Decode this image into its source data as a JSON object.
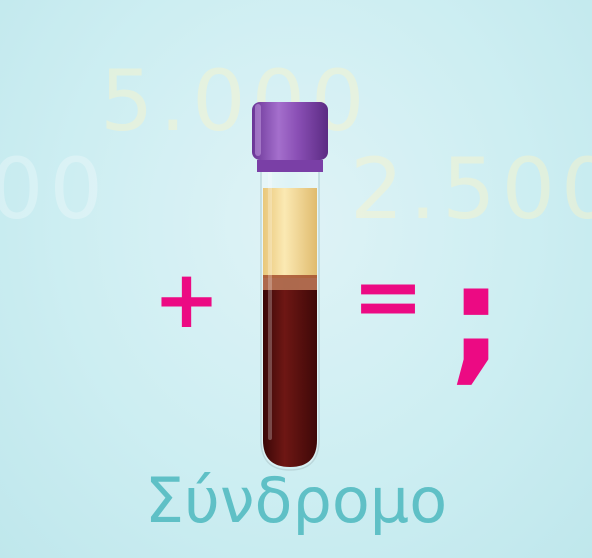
{
  "background_numbers": {
    "top": "5.000",
    "left": "00",
    "right": "2.500"
  },
  "equation": {
    "plus": "+",
    "equals": "=",
    "question": ";"
  },
  "tube": {
    "cap_color": "#8a4fb5",
    "plasma_color": "#f7dfa0",
    "blood_color": "#5a0f0e"
  },
  "title": "Σύνδρομο",
  "colors": {
    "accent": "#ec0a83",
    "title": "#5fc0c6",
    "background": "#cdeef2"
  }
}
